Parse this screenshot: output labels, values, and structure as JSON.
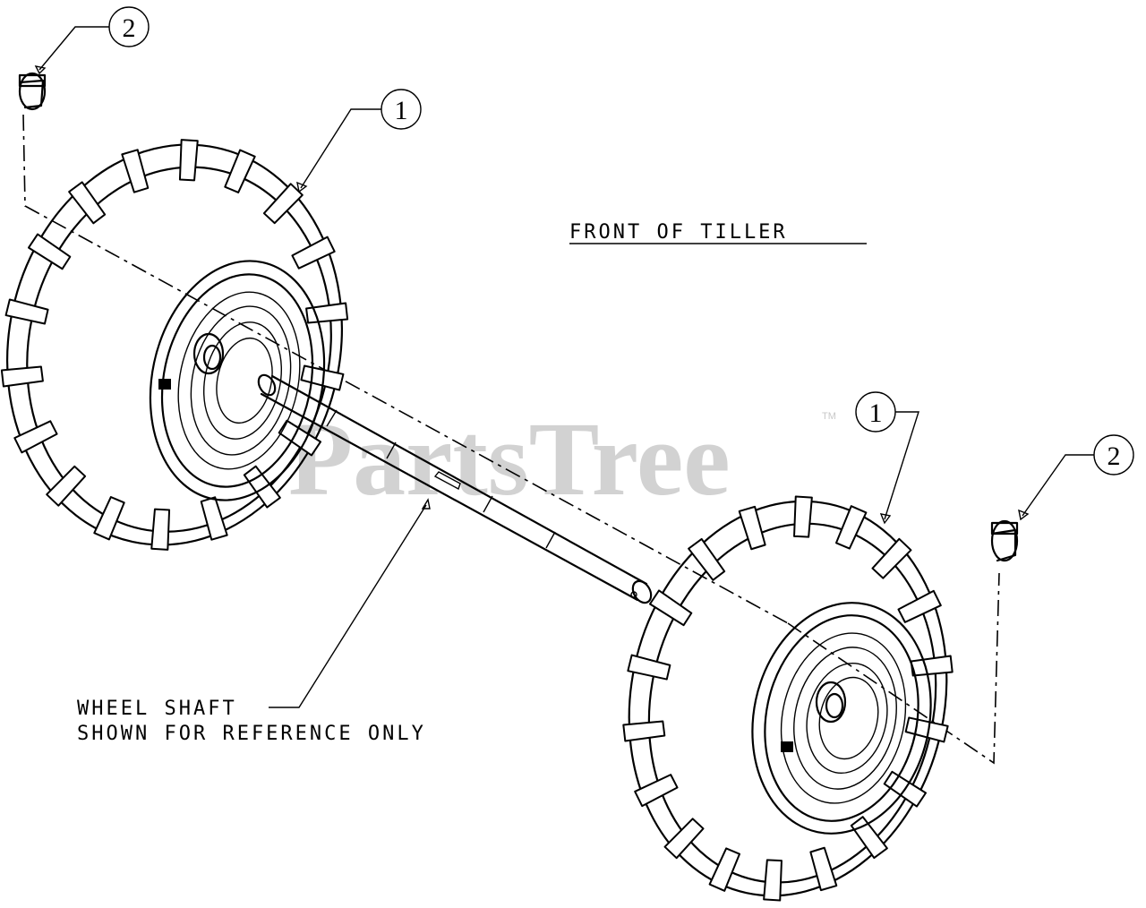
{
  "watermark": {
    "text": "PartsTree",
    "mark": "TM"
  },
  "title": "FRONT OF TILLER",
  "shaft_note": [
    "WHEEL SHAFT",
    "SHOWN FOR REFERENCE ONLY"
  ],
  "callouts": [
    {
      "id": "wheel-left",
      "number": "1"
    },
    {
      "id": "pin-left",
      "number": "2"
    },
    {
      "id": "wheel-right",
      "number": "1"
    },
    {
      "id": "pin-right",
      "number": "2"
    }
  ],
  "parts": [
    {
      "number": "1",
      "name": "wheel-assembly"
    },
    {
      "number": "2",
      "name": "lynch-pin"
    }
  ]
}
